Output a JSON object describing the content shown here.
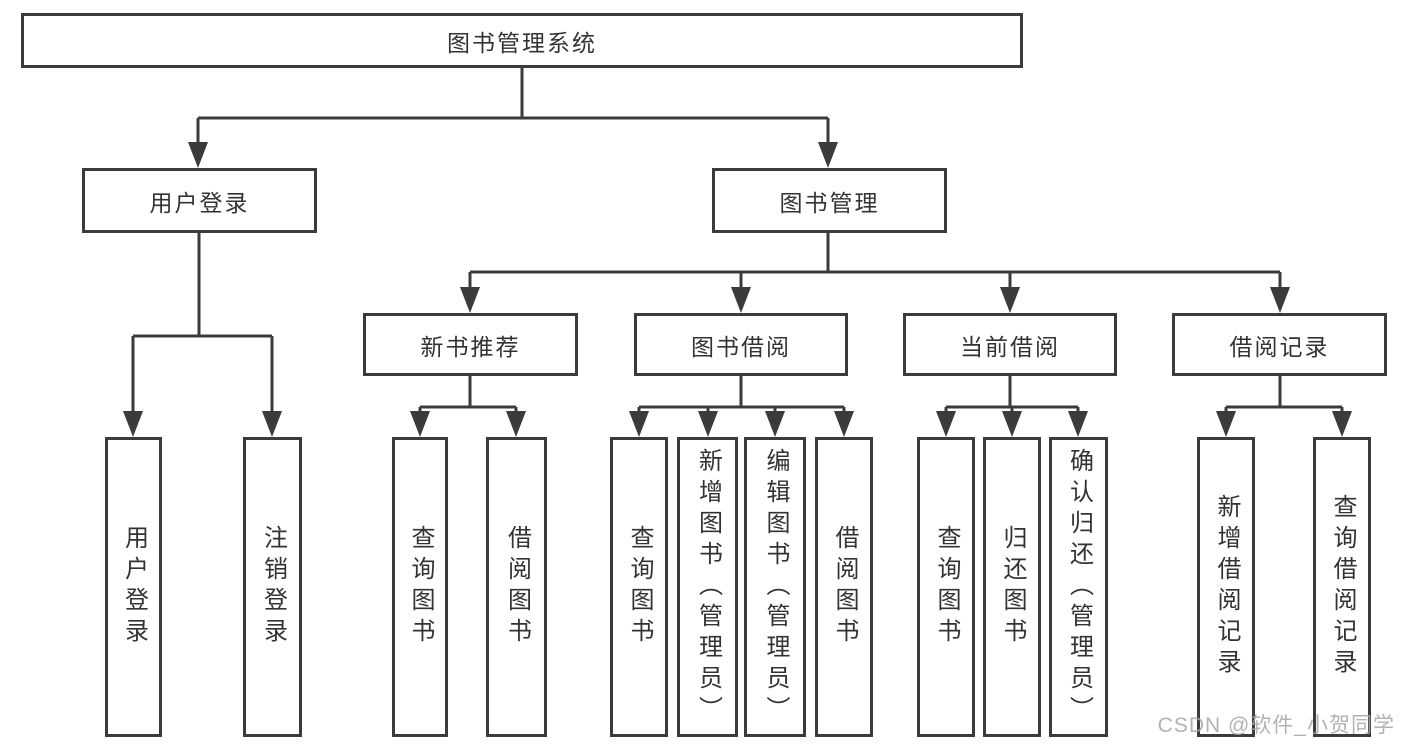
{
  "diagram": {
    "title": "图书管理系统",
    "level2": [
      {
        "label": "用户登录"
      },
      {
        "label": "图书管理"
      }
    ],
    "level3": [
      {
        "label": "新书推荐"
      },
      {
        "label": "图书借阅"
      },
      {
        "label": "当前借阅"
      },
      {
        "label": "借阅记录"
      }
    ],
    "leaves": {
      "user_login": [
        "用户登录",
        "注销登录"
      ],
      "new_book_recommend": [
        "查询图书",
        "借阅图书"
      ],
      "book_borrow": [
        "查询图书",
        "新增图书（管理员）",
        "编辑图书（管理员）",
        "借阅图书"
      ],
      "current_borrow": [
        "查询图书",
        "归还图书",
        "确认归还（管理员）"
      ],
      "borrow_records": [
        "新增借阅记录",
        "查询借阅记录"
      ]
    },
    "watermark": "CSDN @软件_小贺同学",
    "colors": {
      "line": "#3b3b3b",
      "text": "#333333",
      "watermark": "#a5a5a5",
      "background": "#ffffff"
    }
  }
}
